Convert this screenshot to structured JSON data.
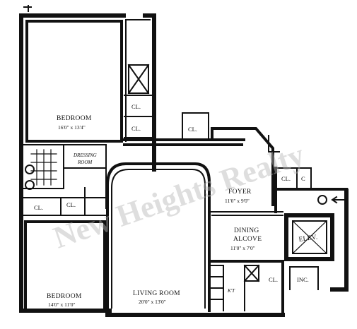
{
  "watermark": "New Heights Realty",
  "rooms": {
    "bedroom1": {
      "name": "BEDROOM",
      "dim": "16'0\" x 13'4\""
    },
    "bedroom2": {
      "name": "BEDROOM",
      "dim": "14'0\" x 11'0\""
    },
    "living": {
      "name": "LIVING ROOM",
      "dim": "20'0\" x 13'0\""
    },
    "foyer": {
      "name": "FOYER",
      "dim": "11'0\" x 9'0\""
    },
    "dining": {
      "name": "DINING",
      "name2": "ALCOVE",
      "dim": "11'0\" x 7'0\""
    },
    "dressing": {
      "name": "DRESSING",
      "name2": "ROOM"
    },
    "elevator": {
      "name": "ELEV."
    },
    "incinerator": {
      "name": "INC."
    },
    "kitchen": {
      "name": "K'T"
    }
  },
  "closet_label": "CL.",
  "closet_small_label": "C"
}
